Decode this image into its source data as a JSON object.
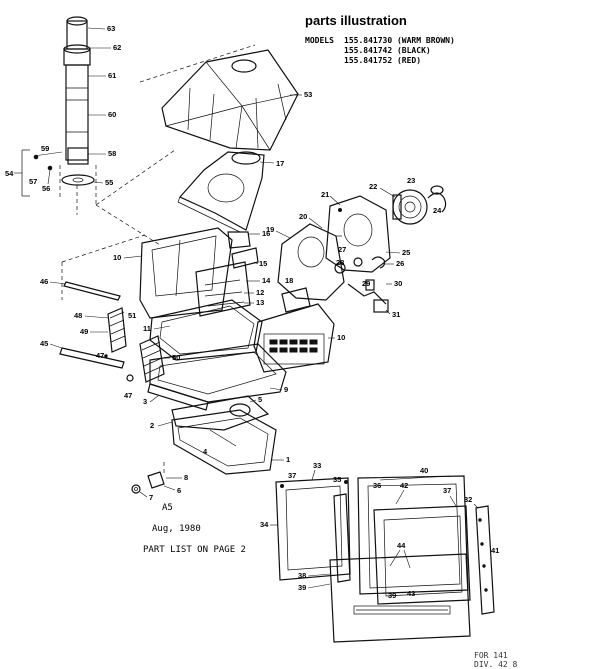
{
  "header": {
    "title": "parts illustration",
    "models_label": "MODELS",
    "models": [
      "155.841730 (WARM BROWN)",
      "155.841742 (BLACK)",
      "155.841752 (RED)"
    ]
  },
  "note": {
    "line1": "A5",
    "line2": "Aug, 1980",
    "line3": "PART LIST ON PAGE 2"
  },
  "footer": {
    "line1": "FOR  141",
    "line2": "DIV. 42 8"
  },
  "parts": [
    {
      "id": "63",
      "text": "63"
    },
    {
      "id": "62",
      "text": "62"
    },
    {
      "id": "61",
      "text": "61"
    },
    {
      "id": "60",
      "text": "60"
    },
    {
      "id": "59",
      "text": "59"
    },
    {
      "id": "58",
      "text": "58"
    },
    {
      "id": "57",
      "text": "57"
    },
    {
      "id": "56",
      "text": "56"
    },
    {
      "id": "55",
      "text": "55"
    },
    {
      "id": "54",
      "text": "54"
    },
    {
      "id": "53",
      "text": "53"
    },
    {
      "id": "17",
      "text": "17"
    },
    {
      "id": "23",
      "text": "23"
    },
    {
      "id": "22",
      "text": "22"
    },
    {
      "id": "24",
      "text": "24"
    },
    {
      "id": "21",
      "text": "21"
    },
    {
      "id": "20",
      "text": "20"
    },
    {
      "id": "19",
      "text": "19"
    },
    {
      "id": "16",
      "text": "16"
    },
    {
      "id": "10a",
      "text": "10"
    },
    {
      "id": "15",
      "text": "15"
    },
    {
      "id": "14",
      "text": "14"
    },
    {
      "id": "12",
      "text": "12"
    },
    {
      "id": "13",
      "text": "13"
    },
    {
      "id": "11",
      "text": "11"
    },
    {
      "id": "18",
      "text": "18"
    },
    {
      "id": "27",
      "text": "27"
    },
    {
      "id": "28",
      "text": "28"
    },
    {
      "id": "25",
      "text": "25"
    },
    {
      "id": "26",
      "text": "26"
    },
    {
      "id": "29",
      "text": "29"
    },
    {
      "id": "30",
      "text": "30"
    },
    {
      "id": "31",
      "text": "31"
    },
    {
      "id": "10b",
      "text": "10"
    },
    {
      "id": "46",
      "text": "46"
    },
    {
      "id": "48",
      "text": "48"
    },
    {
      "id": "51",
      "text": "51"
    },
    {
      "id": "49",
      "text": "49"
    },
    {
      "id": "45",
      "text": "45"
    },
    {
      "id": "47a",
      "text": "47"
    },
    {
      "id": "50",
      "text": "50"
    },
    {
      "id": "47b",
      "text": "47"
    },
    {
      "id": "3",
      "text": "3"
    },
    {
      "id": "9",
      "text": "9"
    },
    {
      "id": "5",
      "text": "5"
    },
    {
      "id": "2",
      "text": "2"
    },
    {
      "id": "4",
      "text": "4"
    },
    {
      "id": "1",
      "text": "1"
    },
    {
      "id": "8",
      "text": "8"
    },
    {
      "id": "6",
      "text": "6"
    },
    {
      "id": "7",
      "text": "7"
    },
    {
      "id": "33",
      "text": "33"
    },
    {
      "id": "37a",
      "text": "37"
    },
    {
      "id": "35",
      "text": "35"
    },
    {
      "id": "34",
      "text": "34"
    },
    {
      "id": "40",
      "text": "40"
    },
    {
      "id": "36",
      "text": "36"
    },
    {
      "id": "42",
      "text": "42"
    },
    {
      "id": "37b",
      "text": "37"
    },
    {
      "id": "32",
      "text": "32"
    },
    {
      "id": "41",
      "text": "41"
    },
    {
      "id": "44",
      "text": "44"
    },
    {
      "id": "38",
      "text": "38"
    },
    {
      "id": "39a",
      "text": "39"
    },
    {
      "id": "39b",
      "text": "39"
    },
    {
      "id": "43",
      "text": "43"
    }
  ]
}
